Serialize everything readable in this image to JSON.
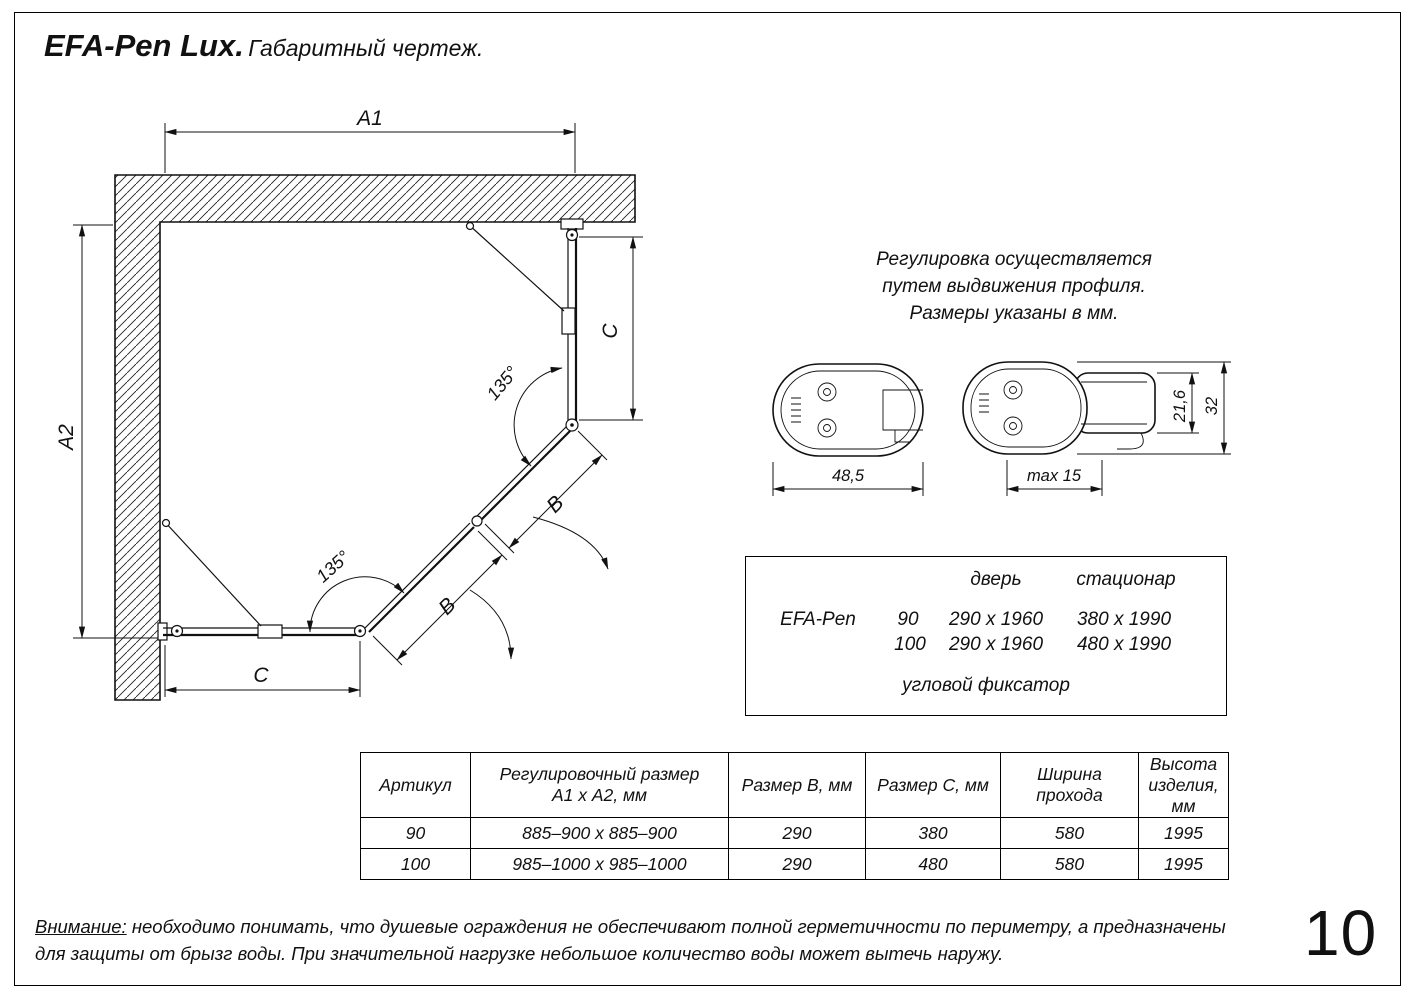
{
  "colors": {
    "ink": "#111111",
    "paper": "#ffffff"
  },
  "header": {
    "product": "EFA-Pen Lux.",
    "subtitle": "Габаритный чертеж."
  },
  "drawing": {
    "a1": "A1",
    "a2": "A2",
    "b": "B",
    "c": "C",
    "angle": "135°"
  },
  "note": {
    "lines": [
      "Регулировка осуществляется",
      "путем выдвижения профиля.",
      "Размеры указаны в мм."
    ]
  },
  "profiles": {
    "width_left": "48,5",
    "max15": "max 15",
    "h_inner": "21,6",
    "h_outer": "32"
  },
  "spec_box": {
    "col_door": "дверь",
    "col_stationary": "стационар",
    "model": "EFA-Pen",
    "rows": [
      {
        "size": "90",
        "door": "290 x 1960",
        "stationary": "380 x 1990"
      },
      {
        "size": "100",
        "door": "290 x 1960",
        "stationary": "480 x 1990"
      }
    ],
    "footer": "угловой фиксатор"
  },
  "table": {
    "headers": [
      "Артикул",
      "Регулировочный размер\nА1 х А2, мм",
      "Размер В, мм",
      "Размер С, мм",
      "Ширина\nпрохода",
      "Высота\nизделия,\nмм"
    ],
    "rows": [
      [
        "90",
        "885–900 х 885–900",
        "290",
        "380",
        "580",
        "1995"
      ],
      [
        "100",
        "985–1000 х 985–1000",
        "290",
        "480",
        "580",
        "1995"
      ]
    ]
  },
  "warning": {
    "label": "Внимание:",
    "text1": " необходимо понимать, что душевые ограждения не обеспечивают полной герметичности по периметру, а предназначены",
    "text2": "для защиты от брызг воды. При значительной нагрузке небольшое количество воды может вытечь наружу."
  },
  "footer": {
    "page_number": "10"
  }
}
